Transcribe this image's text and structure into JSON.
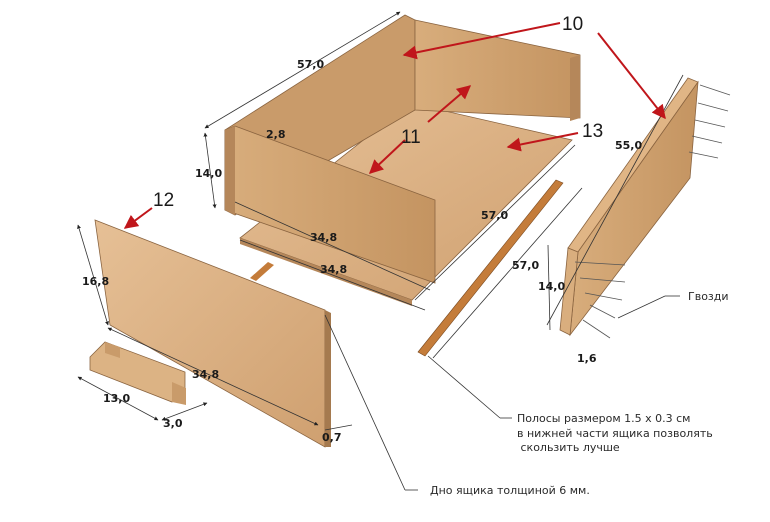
{
  "diagram": {
    "title": "Drawer assembly exploded view",
    "colors": {
      "wood_light": "#e3b98a",
      "wood_mid": "#d2a472",
      "wood_dark": "#b5875a",
      "edge": "#8a6440",
      "callout_arrow": "#c0161b",
      "strip": "#c47c3a"
    },
    "callouts": [
      {
        "id": "10",
        "label": "10"
      },
      {
        "id": "11",
        "label": "11"
      },
      {
        "id": "12",
        "label": "12"
      },
      {
        "id": "13",
        "label": "13"
      }
    ],
    "dimensions": {
      "back_length": "57,0",
      "side_height": "14,0",
      "side_thickness": "2,8",
      "inner_front_width": "34,8",
      "bottom_width": "34,8",
      "bottom_length": "57,0",
      "strip_length": "57,0",
      "side_panel_length": "55,0",
      "side_panel_height": "14,0",
      "side_panel_thickness": "1,6",
      "front_height": "16,8",
      "front_width": "34,8",
      "front_thickness": "0,7",
      "handle_length": "13,0",
      "handle_depth": "3,0"
    },
    "notes": {
      "nails": "Гвозди",
      "strips_line1": "Полосы размером 1.5 x 0.3 см",
      "strips_line2": "в нижней части ящика позволять",
      "strips_line3": " скользить лучше",
      "bottom": "Дно ящика толщиной 6 мм."
    }
  }
}
